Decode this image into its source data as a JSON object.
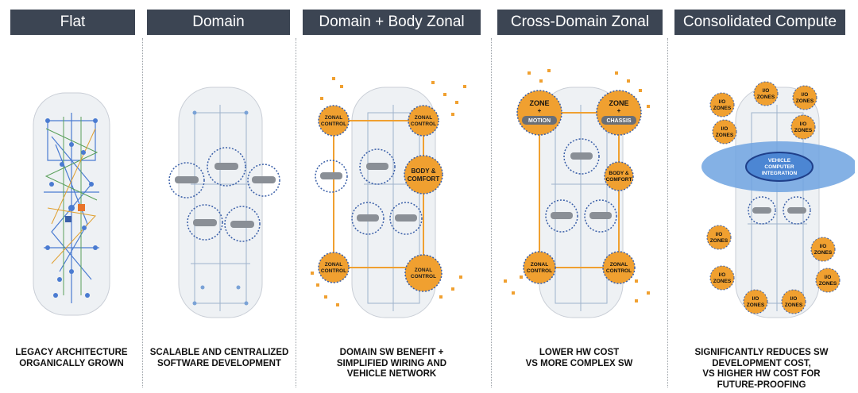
{
  "columns": [
    {
      "title": "Flat",
      "caption": "LEGACY ARCHITECTURE\nORGANICALLY GROWN"
    },
    {
      "title": "Domain",
      "caption": "SCALABLE AND CENTRALIZED\nSOFTWARE DEVELOPMENT"
    },
    {
      "title": "Domain + Body Zonal",
      "caption": "DOMAIN SW BENEFIT +\nSIMPLIFIED WIRING AND\nVEHICLE NETWORK"
    },
    {
      "title": "Cross-Domain Zonal",
      "caption": "LOWER HW COST\nVS MORE COMPLEX SW"
    },
    {
      "title": "Consolidated Compute",
      "caption": "SIGNIFICANTLY REDUCES SW\nDEVELOPMENT COST,\nVS HIGHER HW COST FOR\nFUTURE-PROOFING"
    }
  ],
  "labels": {
    "zonal_control_line1": "ZONAL",
    "zonal_control_line2": "CONTROL",
    "body_comfort_line1": "BODY &",
    "body_comfort_line2": "COMFORT",
    "zone": "ZONE",
    "plus": "+",
    "motion": "MOTION",
    "chassis": "CHASSIS",
    "io_line1": "I/O",
    "io_line2": "ZONES",
    "vcc_line1": "VEHICLE",
    "vcc_line2": "COMPUTER",
    "vcc_line3": "INTEGRATION"
  },
  "colors": {
    "header_bg": "#3c4553",
    "accent_orange": "#f0a030",
    "zone_blue": "#3a5fa8",
    "car_body": "#eef1f4"
  }
}
